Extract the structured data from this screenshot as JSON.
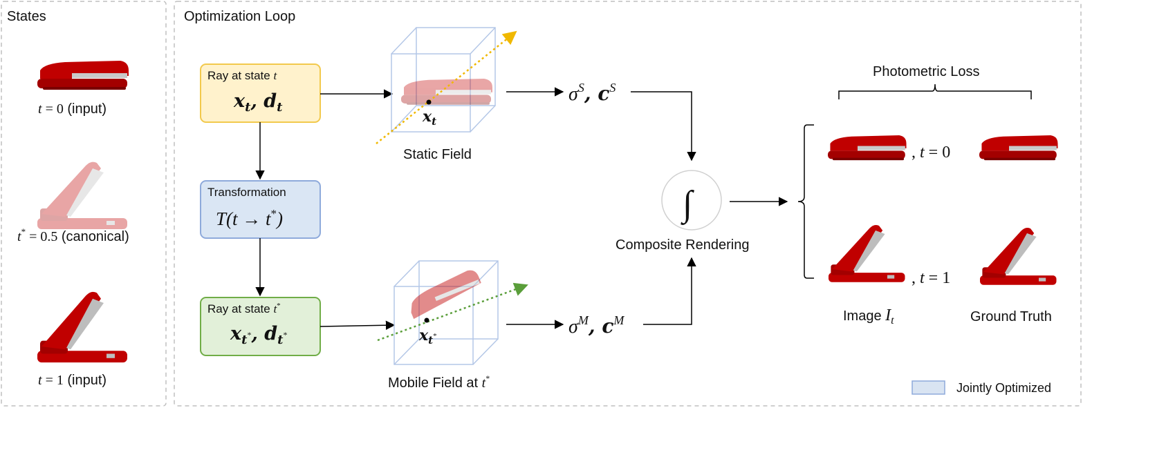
{
  "panels": {
    "states_title": "States",
    "loop_title": "Optimization Loop"
  },
  "states": {
    "t0_prefix": "t",
    "t0_eq": " = 0",
    "t0_note": " (input)",
    "tstar_prefix": "t",
    "tstar_sup": "*",
    "tstar_eq": " = 0.5",
    "tstar_note": " (canonical)",
    "t1_prefix": "t",
    "t1_eq": " = 1",
    "t1_note": " (input)"
  },
  "boxes": {
    "ray_t_title": "Ray at state ",
    "ray_t_var": "t",
    "ray_t_x": "x",
    "ray_t_sub": "t",
    "ray_t_d": "d",
    "ray_t_dsub": "t",
    "transform_title": "Transformation",
    "transform_formula": "T(t → t",
    "transform_sup": "*",
    "transform_close": ")",
    "ray_tstar_title": "Ray at state ",
    "ray_tstar_var": "t",
    "ray_tstar_sup": "*",
    "ray_tstar_x": "x",
    "ray_tstar_d": "d",
    "ray_tstar_sub": "t",
    "ray_tstar_subsup": "*"
  },
  "fields": {
    "static_label": "Static Field",
    "static_point": "x",
    "static_point_sub": "t",
    "mobile_label": "Mobile Field at ",
    "mobile_var": "t",
    "mobile_sup": "*",
    "mobile_point": "x",
    "mobile_point_sub": "t",
    "mobile_point_subsup": "*"
  },
  "outputs": {
    "static_sigma": "σ",
    "static_sigma_sup": "S",
    "static_c": "c",
    "static_c_sup": "S",
    "mobile_sigma": "σ",
    "mobile_sigma_sup": "M",
    "mobile_c": "c",
    "mobile_c_sup": "M",
    "integral": "∫",
    "composite_label": "Composite Rendering"
  },
  "results": {
    "loss_label": "Photometric Loss",
    "row0_t": "t",
    "row0_eq": " = 0",
    "row1_t": "t",
    "row1_eq": " = 1",
    "image_label": "Image ",
    "image_var": "I",
    "image_sub": "t",
    "gt_label": "Ground Truth"
  },
  "legend": {
    "label": "Jointly Optimized",
    "swatch_color": "#d9e4f2"
  },
  "colors": {
    "yellow_fill": "#fff2cc",
    "yellow_stroke": "#f2c94c",
    "blue_fill": "#dae6f4",
    "blue_stroke": "#8eaadb",
    "green_fill": "#e2f0d9",
    "green_stroke": "#70ad47",
    "stapler_red": "#c00000",
    "ray_yellow": "#f0b800",
    "ray_green": "#5a9e3a"
  }
}
